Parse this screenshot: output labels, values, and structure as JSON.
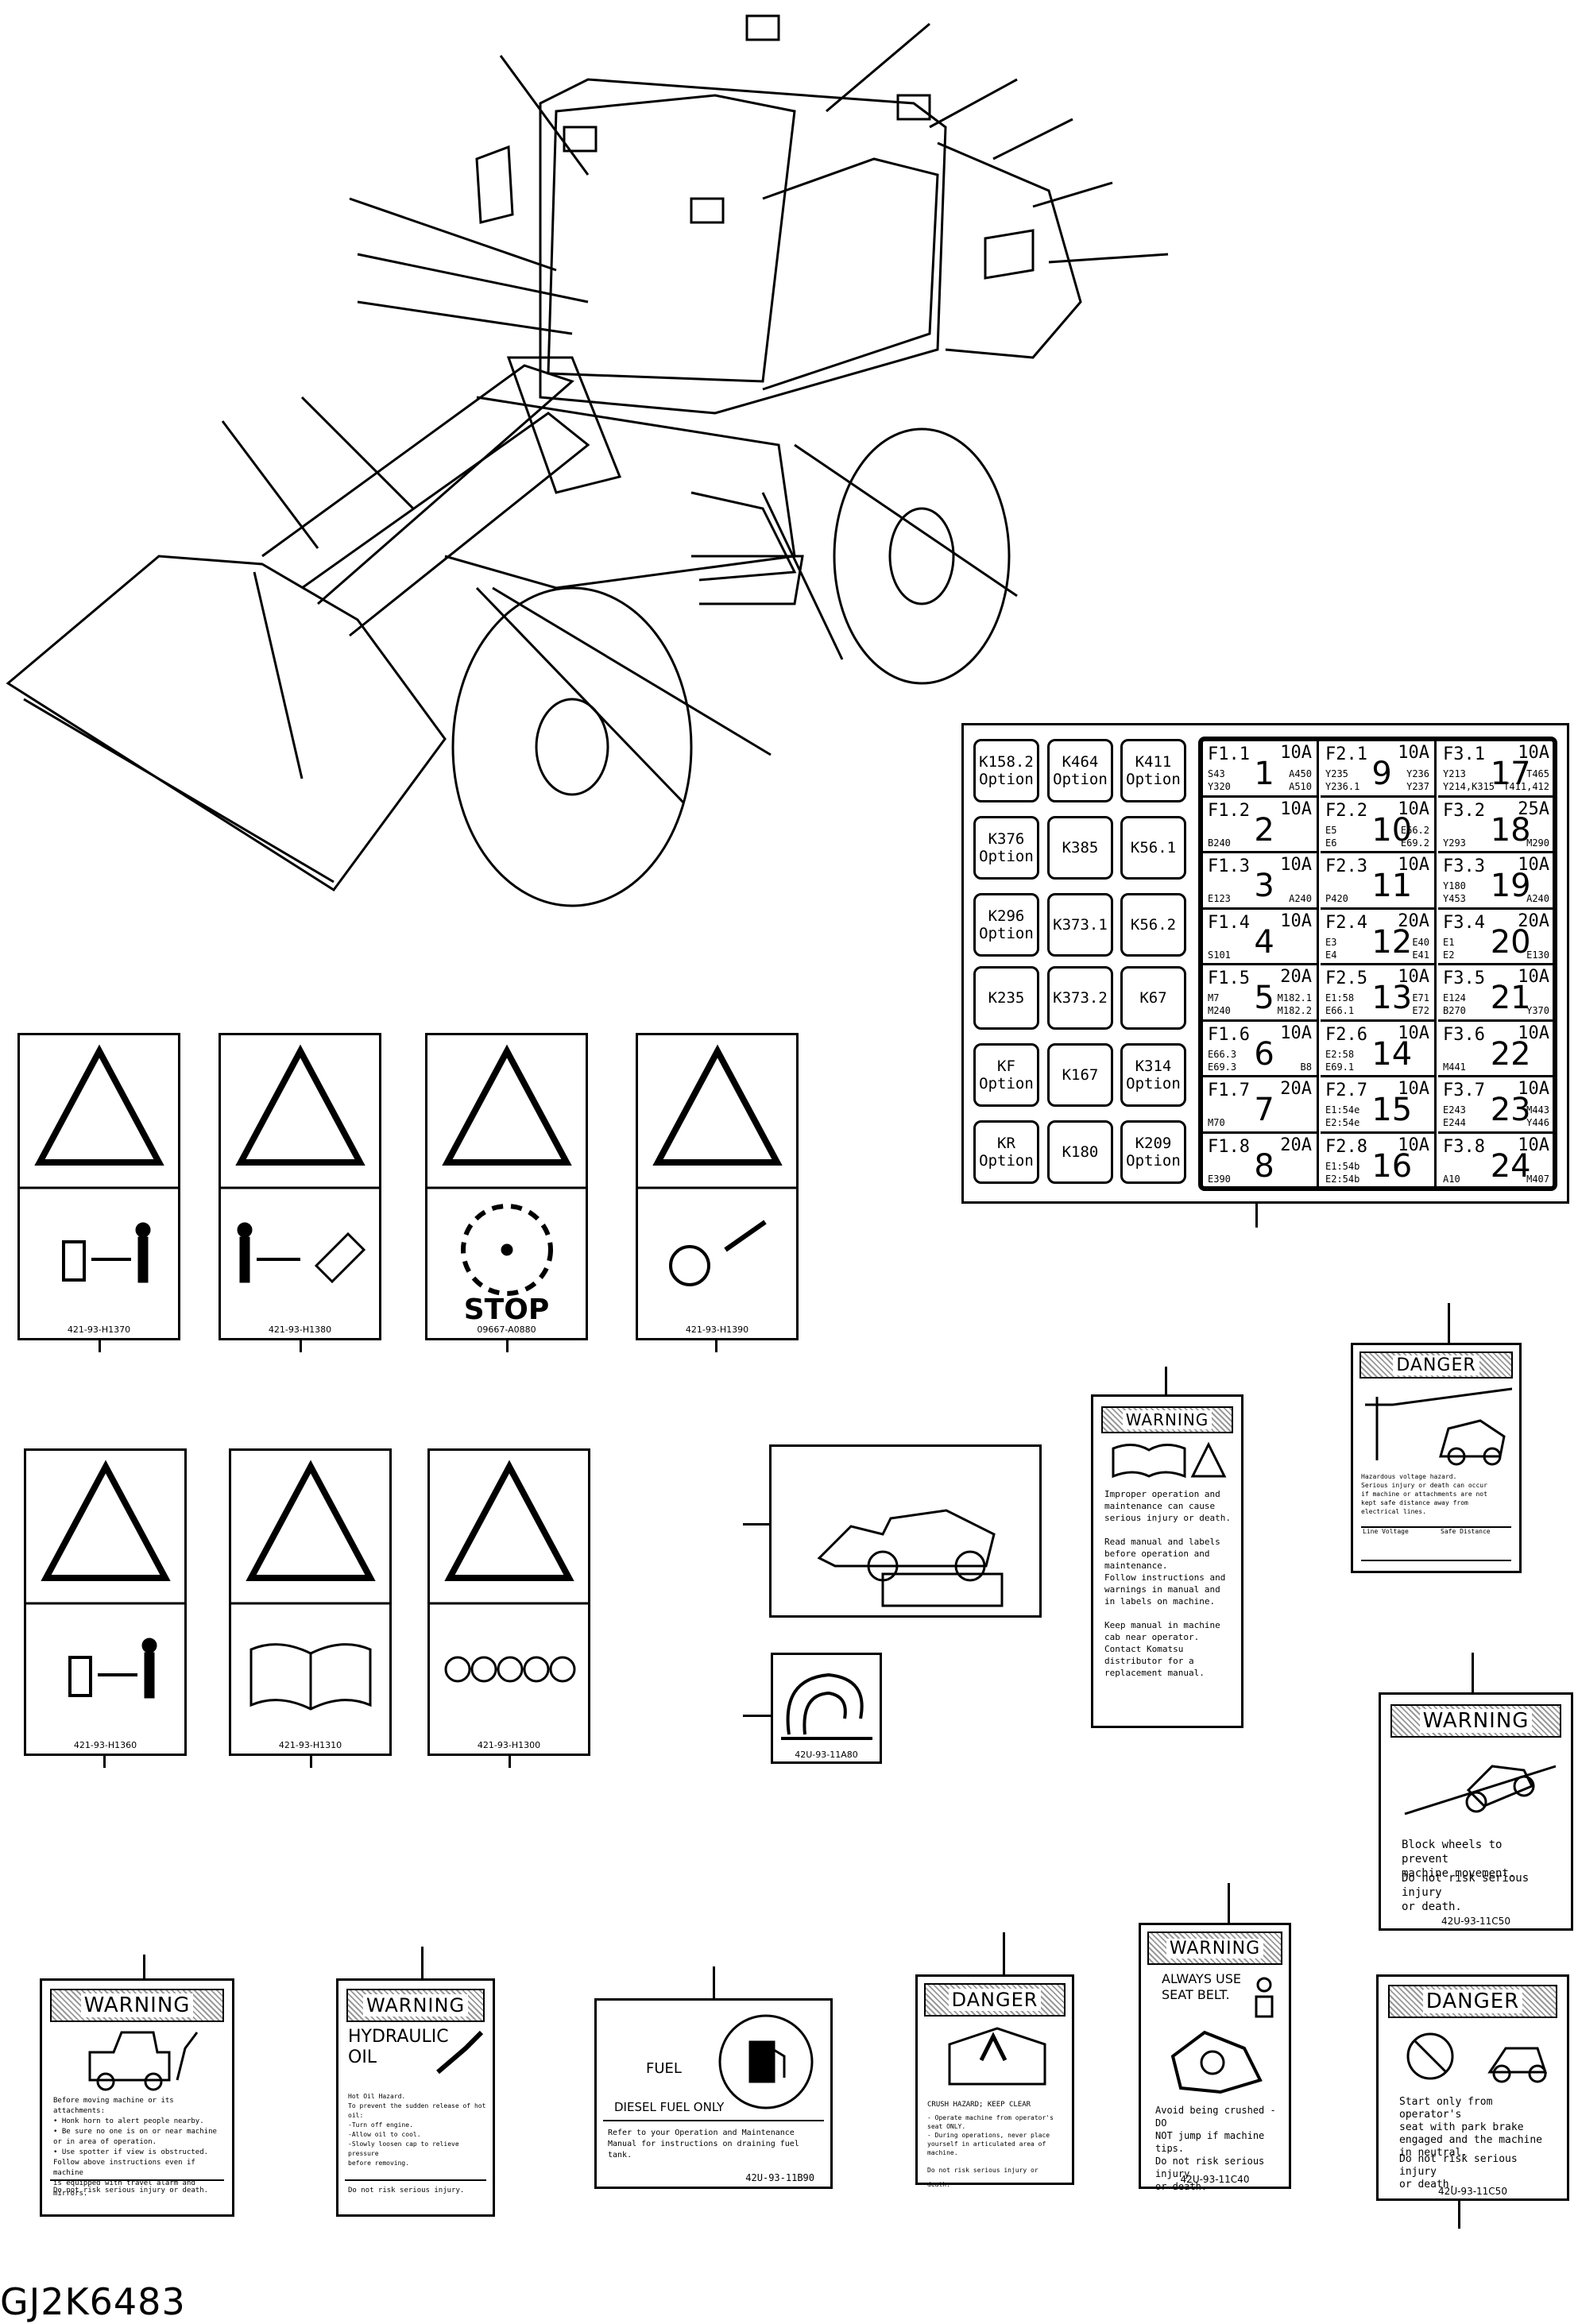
{
  "figure_id": "GJ2K6483",
  "fuse_chart": {
    "relays": [
      [
        "K158.2\nOption",
        "K464\nOption",
        "K411\nOption"
      ],
      [
        "K376\nOption",
        "K385",
        "K56.1"
      ],
      [
        "K296\nOption",
        "K373.1",
        "K56.2"
      ],
      [
        "K235",
        "K373.2",
        "K67"
      ],
      [
        "KF\nOption",
        "K167",
        "K314\nOption"
      ],
      [
        "KR\nOption",
        "K180",
        "K209\nOption"
      ]
    ],
    "fuses": [
      [
        {
          "id": "F1.1",
          "amp": "10A",
          "num": "1",
          "l1": "S43",
          "l2": "Y320",
          "r1": "A450",
          "r2": "A510"
        },
        {
          "id": "F1.2",
          "amp": "10A",
          "num": "2",
          "l1": "",
          "l2": "B240",
          "r1": "",
          "r2": ""
        },
        {
          "id": "F1.3",
          "amp": "10A",
          "num": "3",
          "l1": "",
          "l2": "E123",
          "r1": "",
          "r2": "A240"
        },
        {
          "id": "F1.4",
          "amp": "10A",
          "num": "4",
          "l1": "",
          "l2": "S101",
          "r1": "",
          "r2": ""
        },
        {
          "id": "F1.5",
          "amp": "20A",
          "num": "5",
          "l1": "M7",
          "l2": "M240",
          "r1": "M182.1",
          "r2": "M182.2"
        },
        {
          "id": "F1.6",
          "amp": "10A",
          "num": "6",
          "l1": "E66.3",
          "l2": "E69.3",
          "r1": "",
          "r2": "B8"
        },
        {
          "id": "F1.7",
          "amp": "20A",
          "num": "7",
          "l1": "",
          "l2": "M70",
          "r1": "",
          "r2": ""
        },
        {
          "id": "F1.8",
          "amp": "20A",
          "num": "8",
          "l1": "",
          "l2": "E390",
          "r1": "",
          "r2": ""
        }
      ],
      [
        {
          "id": "F2.1",
          "amp": "10A",
          "num": "9",
          "l1": "Y235",
          "l2": "Y236.1",
          "r1": "Y236",
          "r2": "Y237"
        },
        {
          "id": "F2.2",
          "amp": "10A",
          "num": "10",
          "l1": "E5",
          "l2": "E6",
          "r1": "E66.2",
          "r2": "E69.2"
        },
        {
          "id": "F2.3",
          "amp": "10A",
          "num": "11",
          "l1": "",
          "l2": "P420",
          "r1": "",
          "r2": ""
        },
        {
          "id": "F2.4",
          "amp": "20A",
          "num": "12",
          "l1": "E3",
          "l2": "E4",
          "r1": "E40",
          "r2": "E41"
        },
        {
          "id": "F2.5",
          "amp": "10A",
          "num": "13",
          "l1": "E1:58",
          "l2": "E66.1",
          "r1": "E71",
          "r2": "E72"
        },
        {
          "id": "F2.6",
          "amp": "10A",
          "num": "14",
          "l1": "E2:58",
          "l2": "E69.1",
          "r1": "",
          "r2": ""
        },
        {
          "id": "F2.7",
          "amp": "10A",
          "num": "15",
          "l1": "E1:54e",
          "l2": "E2:54e",
          "r1": "",
          "r2": ""
        },
        {
          "id": "F2.8",
          "amp": "10A",
          "num": "16",
          "l1": "E1:54b",
          "l2": "E2:54b",
          "r1": "",
          "r2": ""
        }
      ],
      [
        {
          "id": "F3.1",
          "amp": "10A",
          "num": "17",
          "l1": "Y213",
          "l2": "Y214,K315",
          "r1": "T465",
          "r2": "T411,412"
        },
        {
          "id": "F3.2",
          "amp": "25A",
          "num": "18",
          "l1": "",
          "l2": "Y293",
          "r1": "",
          "r2": "M290"
        },
        {
          "id": "F3.3",
          "amp": "10A",
          "num": "19",
          "l1": "Y180",
          "l2": "Y453",
          "r1": "",
          "r2": "A240"
        },
        {
          "id": "F3.4",
          "amp": "20A",
          "num": "20",
          "l1": "E1",
          "l2": "E2",
          "r1": "",
          "r2": "E130"
        },
        {
          "id": "F3.5",
          "amp": "10A",
          "num": "21",
          "l1": "E124",
          "l2": "B270",
          "r1": "",
          "r2": "Y370"
        },
        {
          "id": "F3.6",
          "amp": "10A",
          "num": "22",
          "l1": "",
          "l2": "M441",
          "r1": "",
          "r2": ""
        },
        {
          "id": "F3.7",
          "amp": "10A",
          "num": "23",
          "l1": "E243",
          "l2": "E244",
          "r1": "M443",
          "r2": "Y446"
        },
        {
          "id": "F3.8",
          "amp": "10A",
          "num": "24",
          "l1": "",
          "l2": "A10",
          "r1": "",
          "r2": "M407"
        }
      ]
    ]
  },
  "pictogram_codes": [
    "421-93-H1370",
    "421-93-H1380",
    "09667-A0880",
    "421-93-H1390",
    "421-93-H1360",
    "421-93-H1310",
    "421-93-H1300"
  ],
  "stop_label": "STOP",
  "articulation_code": "42U-93-11A80",
  "warning_manual": {
    "header": "WARNING",
    "text": "Improper operation and\nmaintenance can cause\nserious injury or death.\n\nRead manual and labels\nbefore operation and\nmaintenance.\nFollow instructions and\nwarnings in manual and\nin labels on machine.\n\nKeep manual in machine\ncab near operator.\nContact Komatsu\ndistributor for a\nreplacement manual."
  },
  "danger_powerline": {
    "header": "DANGER",
    "text": "Hazardous voltage hazard.\nSerious injury or death can occur\nif machine or attachments are not\nkept safe distance away from\nelectrical lines.",
    "col1": "Line Voltage",
    "col2": "Safe Distance"
  },
  "warning_wheels": {
    "header": "WARNING",
    "text1": "Block wheels to prevent\nmachine movement.",
    "text2": "Do not risk serious injury\nor death.",
    "code": "42U-93-11C50"
  },
  "warning_moving": {
    "header": "WARNING",
    "text": "Before moving machine or its attachments:\n• Honk horn to alert people nearby.\n• Be sure no one is on or near machine\n  or in area of operation.\n• Use spotter if view is obstructed.\nFollow above instructions even if machine\nis equipped with travel alarm and mirrors.",
    "footer": "Do not risk serious injury or death."
  },
  "warning_hydraulic": {
    "header": "WARNING",
    "title": "HYDRAULIC\nOIL",
    "text": "Hot Oil Hazard.\nTo prevent the sudden release of hot oil:\n-Turn off engine.\n-Allow oil to cool.\n-Slowly loosen cap to relieve pressure\n before removing.",
    "footer": "Do not risk serious injury."
  },
  "fuel_label": {
    "title": "FUEL",
    "subtitle": "DIESEL FUEL ONLY",
    "text": "Refer to your Operation and Maintenance\nManual for instructions on draining fuel tank.",
    "code": "42U-93-11B90"
  },
  "danger_crush": {
    "header": "DANGER",
    "title": "CRUSH HAZARD;  KEEP CLEAR",
    "text": "- Operate machine from operator's\n  seat ONLY.\n- During operations, never place\n  yourself in articulated area of\n  machine.",
    "footer": "Do not risk serious injury or death."
  },
  "warning_seatbelt": {
    "header": "WARNING",
    "title": "ALWAYS USE\nSEAT BELT.",
    "text": "Avoid being crushed - DO\nNOT jump if machine tips.\nDo not risk serious injury\nor death.",
    "code": "42U-93-11C40"
  },
  "danger_seat": {
    "header": "DANGER",
    "text1": "Start only from operator's\nseat with park brake\nengaged and the machine\nin neutral.",
    "text2": "Do not risk serious injury\nor death.",
    "code": "42U-93-11C50"
  }
}
